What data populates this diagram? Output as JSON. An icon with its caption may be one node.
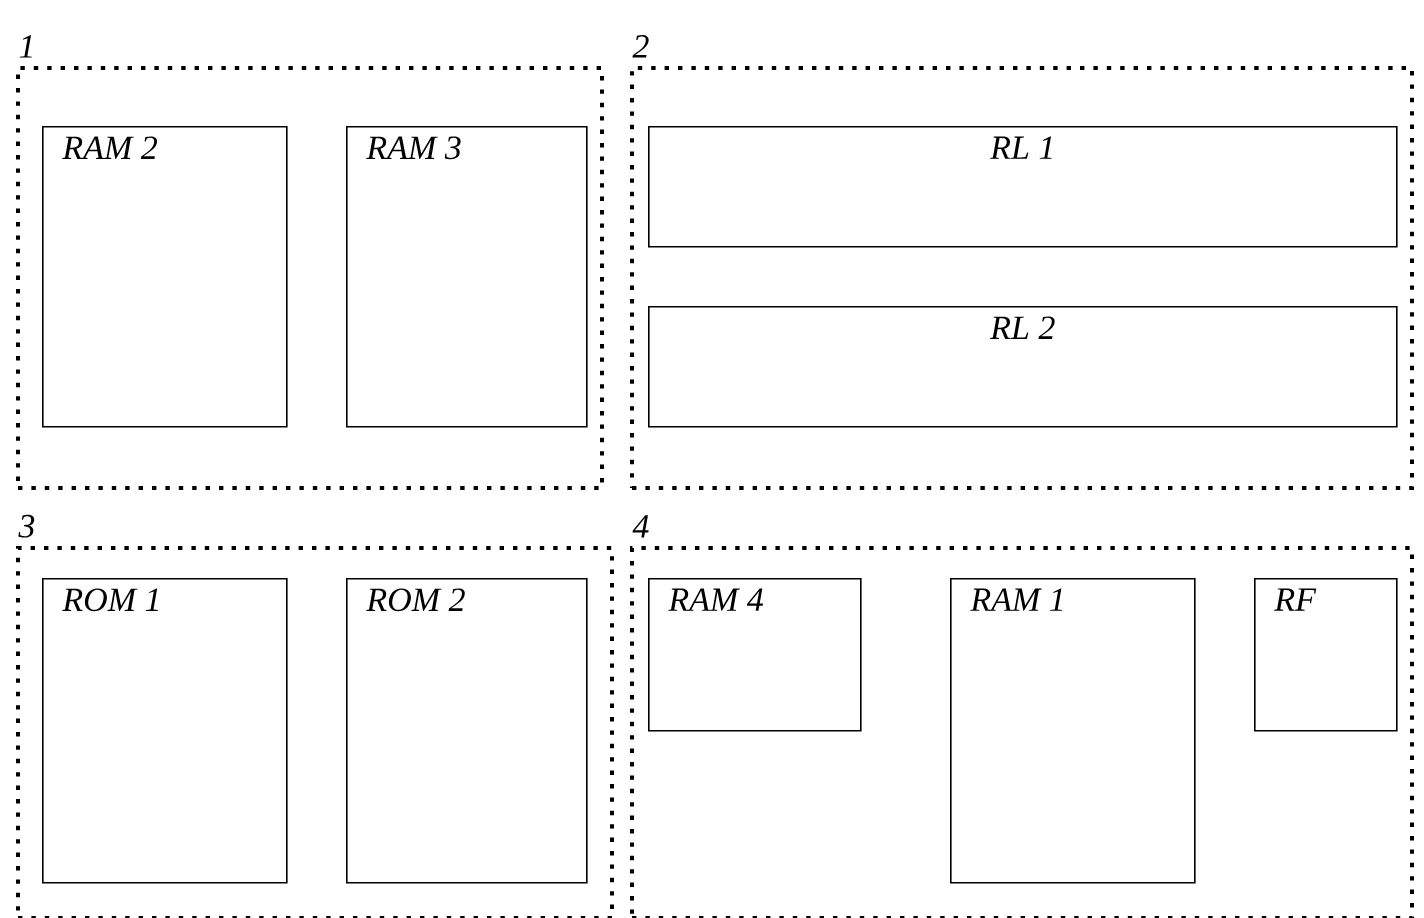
{
  "diagram": {
    "nodes": [
      {
        "text": [
          "1"
        ]
      },
      {
        "text": [
          "RAM 2"
        ],
        "in": 0
      },
      {
        "text": [
          "RAM 3"
        ],
        "in": 0
      },
      {
        "text": [
          "2"
        ]
      },
      {
        "text": [
          "RL 1"
        ],
        "in": 3
      },
      {
        "text": [
          "RL 2"
        ],
        "in": 3
      },
      {
        "text": [
          "3"
        ]
      },
      {
        "text": [
          "ROM 1"
        ],
        "in": 6
      },
      {
        "text": [
          "ROM 2"
        ],
        "in": 6
      },
      {
        "text": [
          "4"
        ]
      },
      {
        "text": [
          "RAM 4"
        ],
        "in": 9
      },
      {
        "text": [
          "RAM 1"
        ],
        "in": 9
      },
      {
        "text": [
          "RF"
        ],
        "in": 9
      }
    ]
  }
}
